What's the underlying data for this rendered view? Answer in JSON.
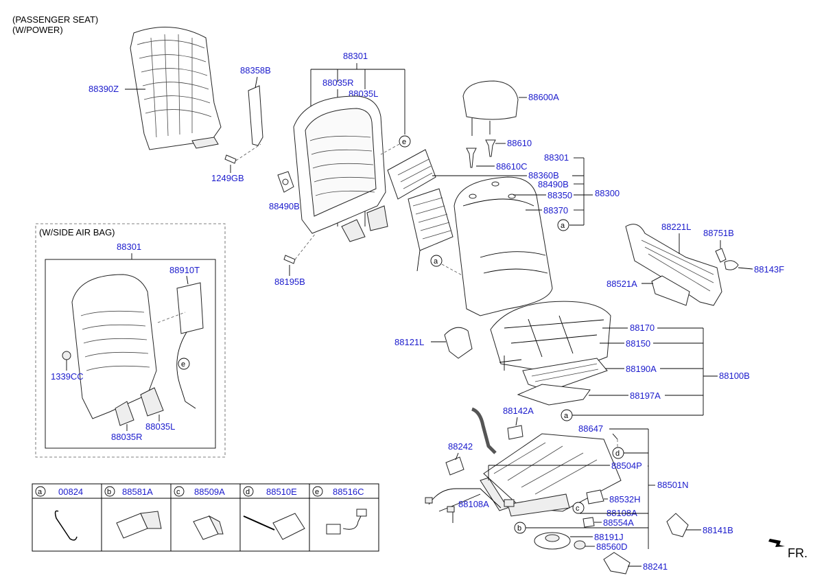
{
  "headers": {
    "line1": "(PASSENGER SEAT)",
    "line2": "(W/POWER)",
    "side_airbag": "(W/SIDE AIR BAG)"
  },
  "labels": {
    "p88390Z": "88390Z",
    "p88358B": "88358B",
    "p1249GB": "1249GB",
    "p88490B_l": "88490B",
    "p88301_top": "88301",
    "p88035R_top": "88035R",
    "p88035L_top": "88035L",
    "p88195B": "88195B",
    "p88600A": "88600A",
    "p88610": "88610",
    "p88610C": "88610C",
    "p88301_r": "88301",
    "p88360B": "88360B",
    "p88490B_r": "88490B",
    "p88350": "88350",
    "p88300": "88300",
    "p88370": "88370",
    "p88221L": "88221L",
    "p88751B": "88751B",
    "p88143F": "88143F",
    "p88521A": "88521A",
    "p88170": "88170",
    "p88150": "88150",
    "p88121L": "88121L",
    "p88190A": "88190A",
    "p88100B": "88100B",
    "p88197A": "88197A",
    "p88142A": "88142A",
    "p88647": "88647",
    "p88242": "88242",
    "p88504P": "88504P",
    "p88501N": "88501N",
    "p88532H": "88532H",
    "p88108A_l": "88108A",
    "p88108A_r": "88108A",
    "p88554A": "88554A",
    "p88191J": "88191J",
    "p88560D": "88560D",
    "p88141B": "88141B",
    "p88241": "88241",
    "p88301_sab": "88301",
    "p88910T": "88910T",
    "p1339CC": "1339CC",
    "p88035R_sab": "88035R",
    "p88035L_sab": "88035L",
    "fr": "FR."
  },
  "callouts": {
    "a": "a",
    "b": "b",
    "c": "c",
    "d": "d",
    "e": "e"
  },
  "legend": [
    {
      "letter": "a",
      "part": "00824"
    },
    {
      "letter": "b",
      "part": "88581A"
    },
    {
      "letter": "c",
      "part": "88509A"
    },
    {
      "letter": "d",
      "part": "88510E"
    },
    {
      "letter": "e",
      "part": "88516C"
    }
  ],
  "colors": {
    "label": "#1a1acc",
    "line": "#000000"
  }
}
